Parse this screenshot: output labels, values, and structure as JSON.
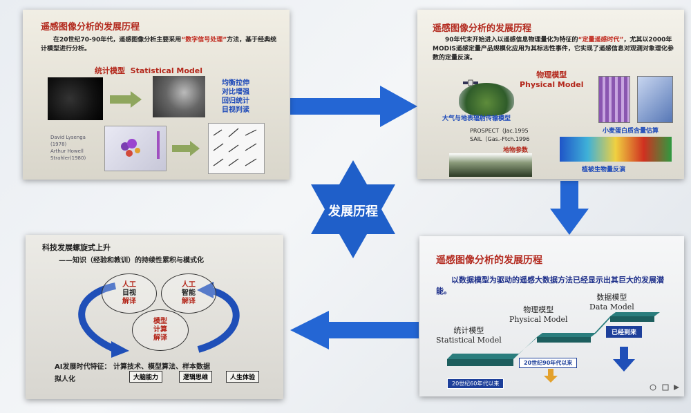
{
  "hub": {
    "label": "发展历程"
  },
  "tl": {
    "title": "遥感图像分析的发展历程",
    "intro_pre": "在20世纪70-90年代，遥感图像分析主要采用",
    "intro_hl": "“数字信号处理”",
    "intro_post": "方法，基于经典统计模型进行分析。",
    "model_cn": "统计模型",
    "model_en": "Statistical Model",
    "methods": [
      "均衡拉伸",
      "对比增强",
      "回归统计",
      "目视判读"
    ],
    "credits": [
      "David Lysenga",
      "(1978)",
      "Arthur Howell",
      "Strahler(1980)"
    ]
  },
  "tr": {
    "title": "遥感图像分析的发展历程",
    "body_pre": "90年代末开始进入以遥感信息物理量化为特征的",
    "body_hl": "“定量遥感时代”",
    "body_post": "，尤其以2000年MODIS遥感定量产品规模化应用为其标志性事件，它实现了遥感信息对观测对象理化参数的定量反演。",
    "model_cn": "物理模型",
    "model_en": "Physical Model",
    "labels": {
      "atm": "大气与地表辐射传输模型",
      "prospect": "PROSPECT（Jac.1995",
      "sail": "SAIL（Gas.-Ftch.1996",
      "param": "地物参数",
      "wheat": "小麦蛋白质含量估算",
      "veg": "植被生物量反演"
    }
  },
  "bl": {
    "title": "科技发展螺旋式上升",
    "subtitle": "——知识（经验和教训）的持续性累积与模式化",
    "circle1": [
      "人工",
      "目视",
      "解译"
    ],
    "circle2": [
      "人工",
      "智能",
      "解译"
    ],
    "circle3": [
      "模型",
      "计算",
      "解译"
    ],
    "feature_pre": "AI发展时代特征：",
    "feature_items": "计算技术、模型算法、样本数据",
    "feature_line2": "拟人化",
    "boxes": [
      "大脑能力",
      "逻辑思维",
      "人生体验"
    ]
  },
  "br": {
    "title": "遥感图像分析的发展历程",
    "body": "以数据模型为驱动的遥感大数据方法已经显示出其巨大的发展潜能。",
    "m1_cn": "统计模型",
    "m1_en": "Statistical Model",
    "m2_cn": "物理模型",
    "m2_en": "Physical Model",
    "m3_cn": "数据模型",
    "m3_en": "Data Model",
    "era1": "20世纪60年代以来",
    "era2": "20世纪90年代以来",
    "era3": "已经到来"
  },
  "colors": {
    "accent": "#1f5fc9",
    "title_red": "#b32a1f"
  }
}
